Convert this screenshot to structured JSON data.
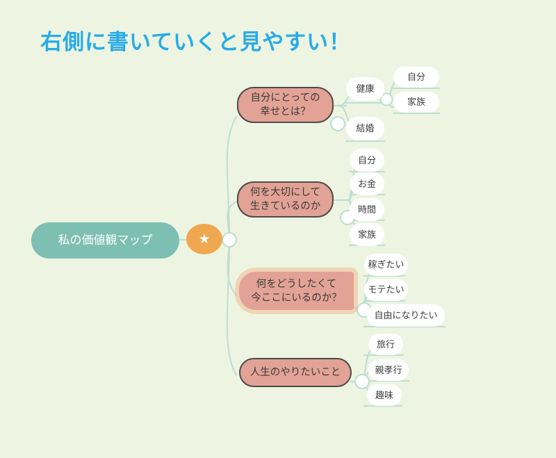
{
  "page": {
    "title": "右側に書いていくと見やすい！",
    "title_color": "#29abe8",
    "background_color": "#edf5e2"
  },
  "mindmap": {
    "root": {
      "label": "私の価値観マップ",
      "color": "#7dbfb3",
      "text_color": "#ffffff"
    },
    "badge": {
      "icon": "star-icon",
      "glyph": "★",
      "color": "#f0a850"
    },
    "branches": [
      {
        "label": "自分にとっての\n幸せとは？",
        "color": "#e2a296",
        "selected": false,
        "children": [
          {
            "label": "健康",
            "children": [
              {
                "label": "自分"
              },
              {
                "label": "家族"
              }
            ]
          },
          {
            "label": "結婚",
            "children": []
          }
        ]
      },
      {
        "label": "何を大切にして\n生きているのか",
        "color": "#e2a296",
        "selected": false,
        "children": [
          {
            "label": "自分",
            "children": []
          },
          {
            "label": "お金",
            "children": []
          },
          {
            "label": "時間",
            "children": []
          },
          {
            "label": "家族",
            "children": []
          }
        ]
      },
      {
        "label": "何をどうしたくて\n今ここにいるのか？",
        "color": "#e2a296",
        "selected": true,
        "children": [
          {
            "label": "稼ぎたい",
            "children": []
          },
          {
            "label": "モテたい",
            "children": []
          },
          {
            "label": "自由になりたい",
            "children": []
          }
        ]
      },
      {
        "label": "人生のやりたいこと",
        "color": "#e2a296",
        "selected": false,
        "children": [
          {
            "label": "旅行",
            "children": []
          },
          {
            "label": "親孝行",
            "children": []
          },
          {
            "label": "趣味",
            "children": []
          }
        ]
      }
    ]
  }
}
